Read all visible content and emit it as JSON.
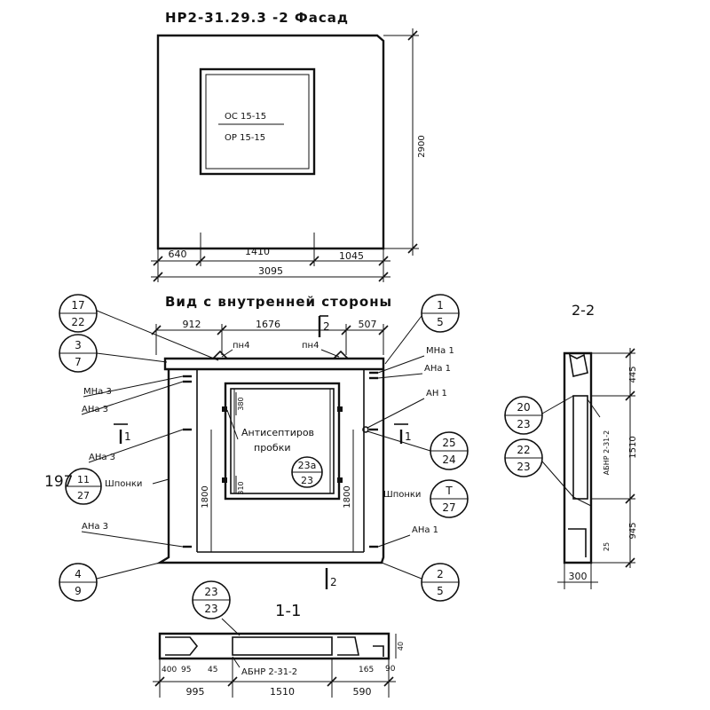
{
  "facade": {
    "title": "НР2-31.29.3  -2 Фасад",
    "window_mark_top": "ОС 15-15",
    "window_mark_bottom": "ОР 15-15",
    "height": "2900",
    "dim_left": "640",
    "dim_mid": "1410",
    "dim_right": "1045",
    "dim_total": "3095"
  },
  "interior": {
    "title": "Вид с внутренней стороны",
    "dim_top_left": "912",
    "dim_top_mid": "1676",
    "dim_top_right": "507",
    "cut_top": "2",
    "cut_bottom": "2",
    "pn_left": "пн4",
    "pn_right": "пн4",
    "ref_17": "17",
    "ref_22": "22",
    "ref_3": "3",
    "ref_7": "7",
    "ref_1": "1",
    "ref_5": "5",
    "mna3": "МНа 3",
    "ana3_a": "АНа 3",
    "mna1": "МНа 1",
    "ana1_a": "АНа 1",
    "an1": "АН 1",
    "cut1_left": "1",
    "cut1_right": "1",
    "ana3_b": "АНа 3",
    "ref_25": "25",
    "ref_24": "24",
    "antisept_1": "Антисептиров",
    "antisept_2": "пробки",
    "ref_23a": "23а",
    "ref_23": "23",
    "dim_380": "380",
    "dim_310": "310",
    "mark_197": "197",
    "ref_11": "11",
    "ref_27a": "27",
    "shponki_left": "Шпонки",
    "shponki_right": "Шпонки",
    "ref_T": "Т",
    "ref_27b": "27",
    "dim_1800_left": "1800",
    "dim_1800_right": "1800",
    "ana3_c": "АНа 3",
    "ana1_b": "АНа 1",
    "ref_4": "4",
    "ref_9": "9",
    "ref_2": "2",
    "ref_5b": "5"
  },
  "section22": {
    "title": "2-2",
    "ref_20": "20",
    "ref_23": "23",
    "ref_22": "22",
    "ref_23b": "23",
    "abnr": "АБНР 2-31-2",
    "dim_445": "445",
    "dim_1510": "1510",
    "dim_945": "945",
    "dim_25": "25",
    "dim_300": "300"
  },
  "section11": {
    "title": "1-1",
    "ref_23_top": "23",
    "ref_23_bot": "23",
    "abnr": "АБНР 2-31-2",
    "dim_400": "400",
    "dim_95": "95",
    "dim_45": "45",
    "dim_165": "165",
    "dim_90": "90",
    "dim_40": "40",
    "dim_995": "995",
    "dim_1510": "1510",
    "dim_590": "590"
  }
}
